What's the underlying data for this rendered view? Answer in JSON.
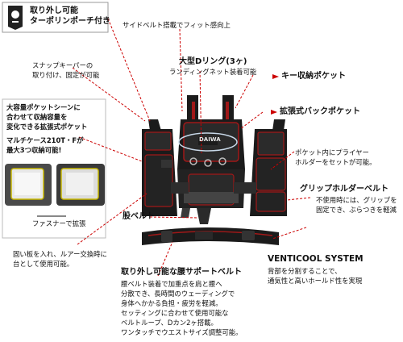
{
  "top_left_badge": {
    "line1": "取り外し可能",
    "line2": "ターポリンポーチ付き"
  },
  "callouts": {
    "side_belt": "サイドベルト搭載でフィット感向上",
    "d_ring_title": "大型Dリング(3ヶ)",
    "d_ring_sub": "ランディングネット装着可能",
    "key_pocket": "キー収納ポケット",
    "snap_keeper_1": "スナップキーパーの",
    "snap_keeper_2": "取り付け、固定が可能",
    "back_pocket": "拡張式バックポケット",
    "plier_1": "ポケット内にプライヤー",
    "plier_2": "ホルダーをセットが可能。",
    "grip_title": "グリップホルダーベルト",
    "grip_1": "不使用時には、グリップを",
    "grip_2": "固定でき、ぶらつきを軽減",
    "crotch_belt": "股ベルト",
    "venti_title": "VENTICOOL SYSTEM",
    "venti_1": "背部を分割することで、",
    "venti_2": "通気性と高いホールド性を実現",
    "hard_plate_1": "固い板を入れ、ルアー交換時に",
    "hard_plate_2": "台として使用可能。",
    "waist_title": "取り外し可能な腰サポートベルト",
    "waist_lines": [
      "腰ベルト装着で加重点を肩と腰へ",
      "分散でき、長時間のウェーディングで",
      "身体へかかる負担・疲労を軽減。",
      "セッティングに合わせて使用可能な",
      "ベルトループ、Dカン2ヶ搭載。",
      "ワンタッチでウエストサイズ調整可能。"
    ]
  },
  "left_box": {
    "lines": [
      "大容量ポケットシーンに",
      "合わせて収納容量を",
      "変化できる拡張式ポケット"
    ],
    "case_1": "マルチケース210T・Fが",
    "case_2": "最大3つ収納可能!",
    "zipper": "ファスナーで拡張"
  },
  "brand": "DAIWA",
  "colors": {
    "accent_red": "#cc0000",
    "vest_black": "#1b1b1b",
    "vest_red": "#a01818"
  }
}
